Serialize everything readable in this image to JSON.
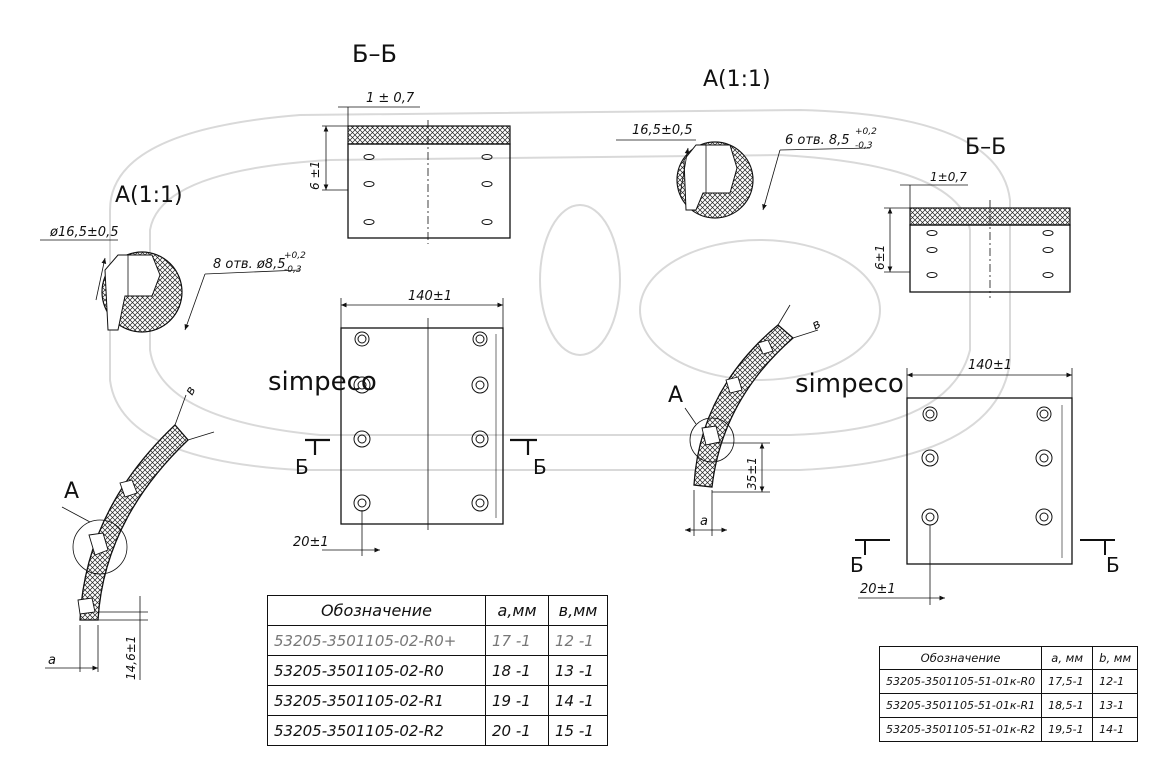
{
  "left_drawing": {
    "section_title": "Б–Б",
    "detail_title": "А(1:1)",
    "detail_diameter": "ø16,5±0,5",
    "holes_note": "8 отв. ø8,5",
    "holes_tol_upper": "+0,2",
    "holes_tol_lower": "-0,3",
    "section_offset": "1 ± 0,7",
    "section_thickness": "6 ±1",
    "width_dim": "140±1",
    "offset_dim": "20±1",
    "cut_label_left": "Б",
    "cut_label_right": "Б",
    "arc_detail_label": "А",
    "arc_dim_a": "а",
    "arc_dim_b": "в",
    "arc_dim_height": "14,6±1"
  },
  "right_drawing": {
    "detail_title": "А(1:1)",
    "detail_diameter": "16,5±0,5",
    "holes_note": "6 отв.  8,5",
    "holes_tol_upper": "+0,2",
    "holes_tol_lower": "-0,3",
    "section_title": "Б–Б",
    "section_offset": "1±0,7",
    "section_thickness": "6±1",
    "width_dim": "140±1",
    "offset_dim": "20±1",
    "cut_label_left": "Б",
    "cut_label_right": "Б",
    "arc_detail_label": "А",
    "arc_dim_a": "а",
    "arc_dim_b": "в",
    "arc_dim_height": "35±1"
  },
  "watermark": {
    "text": "simpeco"
  },
  "table_left": {
    "headers": [
      "Обозначение",
      "а,мм",
      "в,мм"
    ],
    "rows": [
      [
        "53205-3501105-02-R0+",
        "17 -1",
        "12 -1"
      ],
      [
        "53205-3501105-02-R0",
        "18 -1",
        "13 -1"
      ],
      [
        "53205-3501105-02-R1",
        "19 -1",
        "14 -1"
      ],
      [
        "53205-3501105-02-R2",
        "20 -1",
        "15 -1"
      ]
    ]
  },
  "table_right": {
    "headers": [
      "Обозначение",
      "a, мм",
      "b, мм"
    ],
    "rows": [
      [
        "53205-3501105-51-01к-R0",
        "17,5-1",
        "12-1"
      ],
      [
        "53205-3501105-51-01к-R1",
        "18,5-1",
        "13-1"
      ],
      [
        "53205-3501105-51-01к-R2",
        "19,5-1",
        "14-1"
      ]
    ]
  }
}
